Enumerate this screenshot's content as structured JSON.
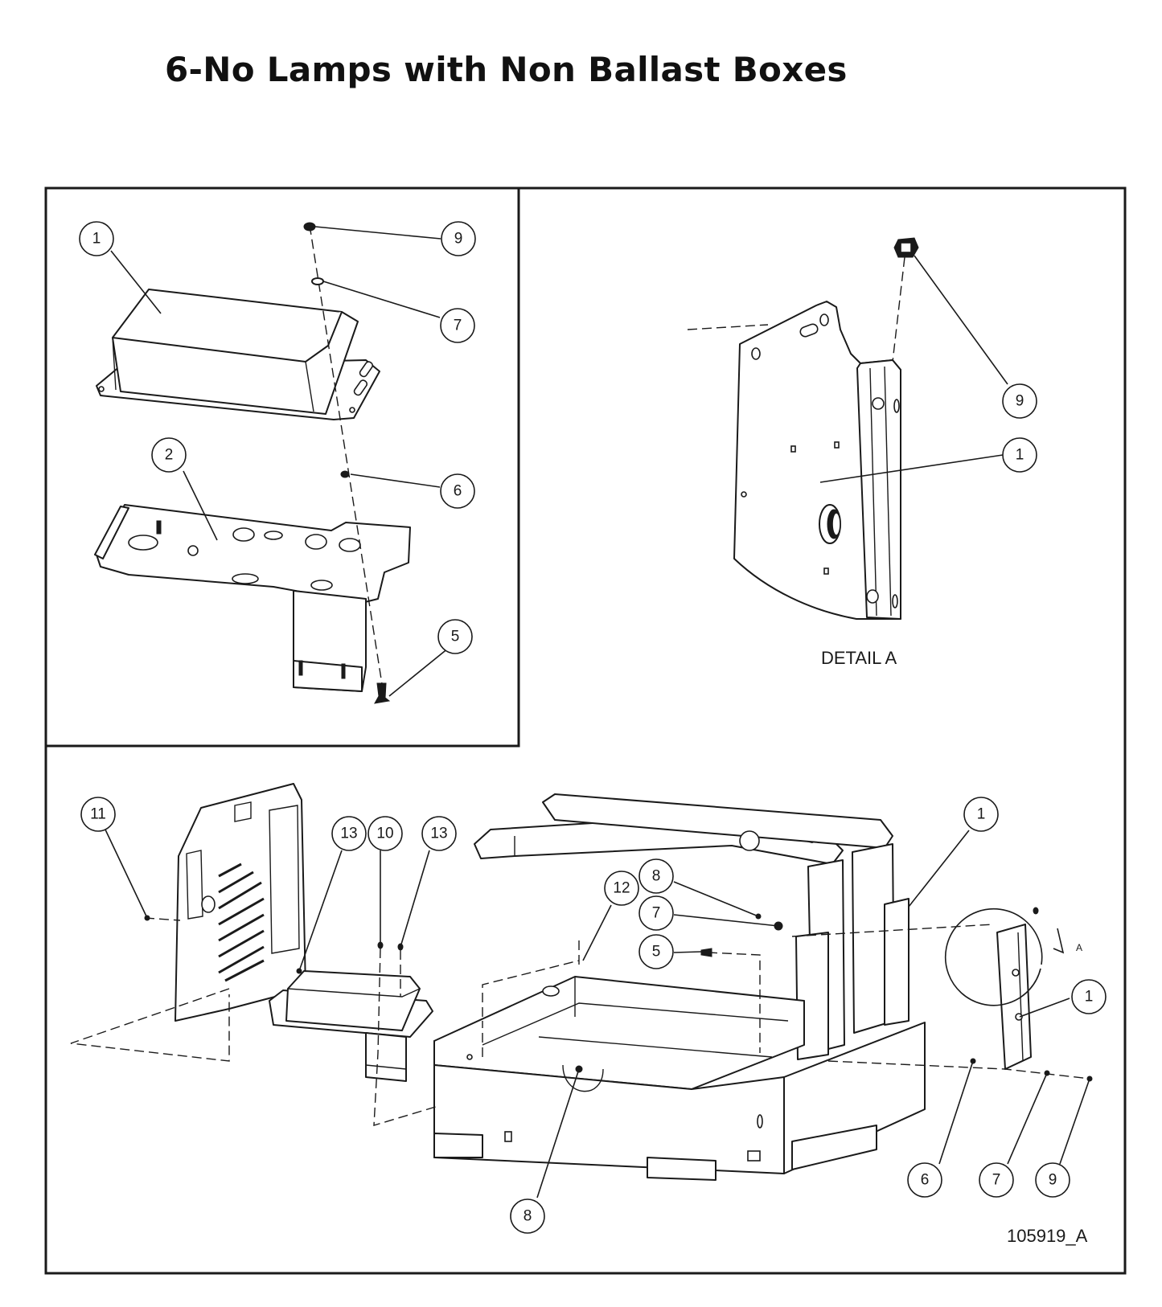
{
  "title": "6-No Lamps with Non Ballast Boxes",
  "detail_label": "DETAIL A",
  "drawing_number": "105919_A",
  "callouts": {
    "inset": [
      "1",
      "9",
      "7",
      "2",
      "6",
      "5"
    ],
    "detail": [
      "9",
      "1"
    ],
    "main": [
      "11",
      "13",
      "10",
      "13",
      "12",
      "8",
      "7",
      "5",
      "1",
      "1",
      "6",
      "7",
      "9",
      "8"
    ]
  },
  "detail_marker": "A"
}
